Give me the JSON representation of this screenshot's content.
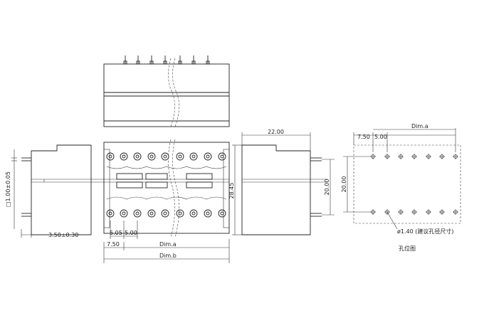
{
  "labels": {
    "top_width": "22.00",
    "height": "28.45",
    "row_spacing": "20.00",
    "pitch_side": "3.50±0.30",
    "pin_size": "□1.00±0.05",
    "pitch_a": "7.50",
    "pitch_b": "5.05",
    "pitch_c": "5.00",
    "dim_a": "Dim.a",
    "dim_b": "Dim.b",
    "hole_pitch_a": "7.50",
    "hole_pitch_b": "5.00",
    "hole_dim_a": "Dim.a",
    "hole_row_spacing": "20.00",
    "hole_dia": "ø1.40 (建议孔径尺寸)",
    "hole_caption": "孔位图"
  }
}
